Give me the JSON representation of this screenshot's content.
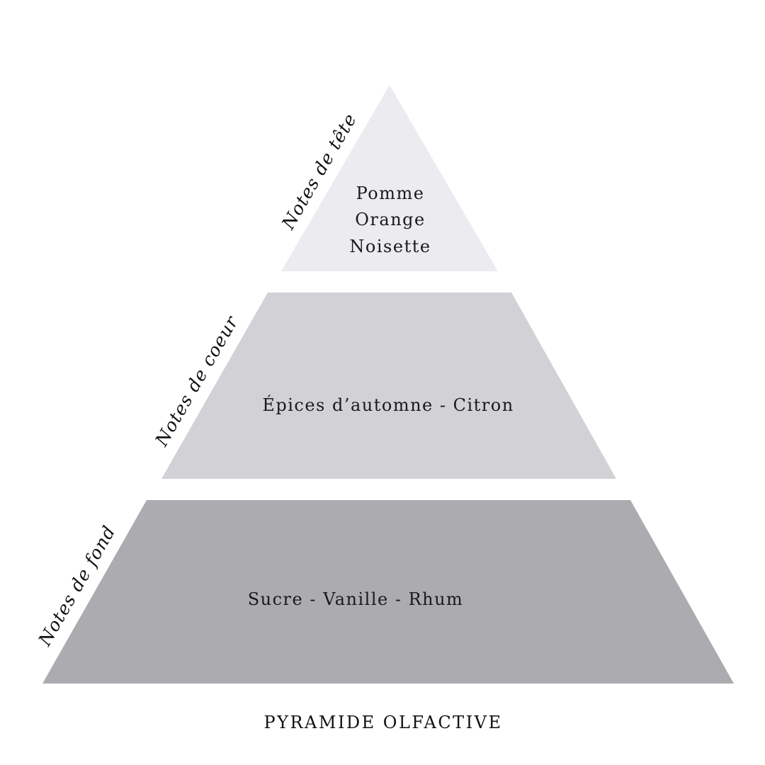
{
  "tiers": {
    "top": {
      "label": "Notes de tête",
      "notes": [
        "Pomme",
        "Orange",
        "Noisette"
      ],
      "color": "#ecebef"
    },
    "middle": {
      "label": "Notes de coeur",
      "notes": "Épices d’automne - Citron",
      "color": "#d2d1d5"
    },
    "bottom": {
      "label": "Notes de fond",
      "notes": "Sucre - Vanille - Rhum",
      "color": "#acabaf"
    }
  },
  "caption": "PYRAMIDE OLFACTIVE"
}
